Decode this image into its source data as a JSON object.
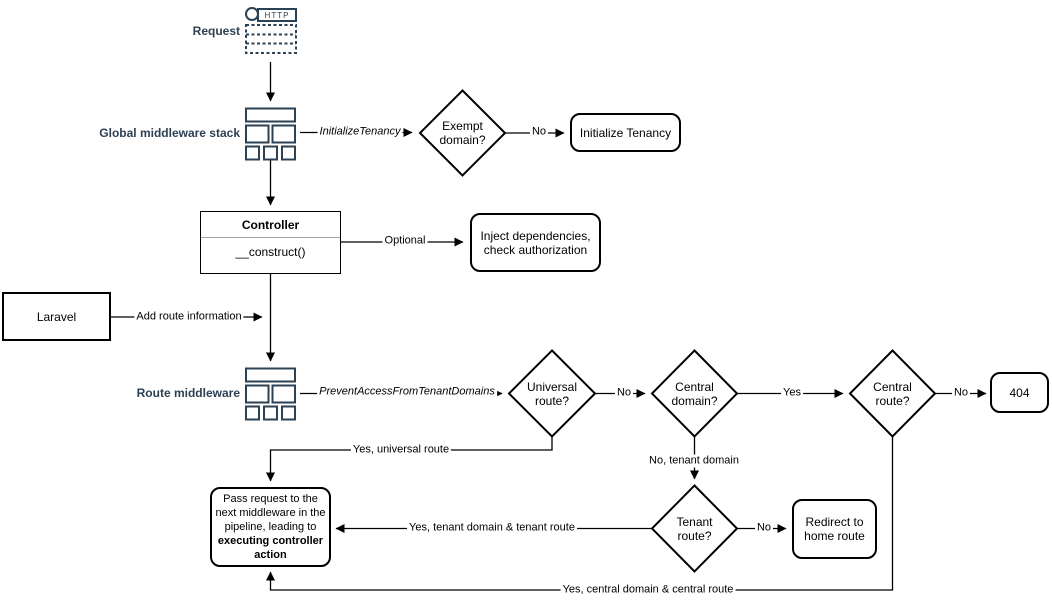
{
  "colors": {
    "accent": "#2d4154",
    "line": "#000000",
    "background": "#ffffff"
  },
  "nodes": {
    "request": {
      "label": "Request",
      "http_label": "HTTP"
    },
    "global_middleware": {
      "label": "Global middleware stack"
    },
    "route_middleware": {
      "label": "Route middleware"
    },
    "exempt_domain": {
      "label": "Exempt domain?"
    },
    "initialize_tenancy": {
      "label": "Initialize Tenancy"
    },
    "controller": {
      "title": "Controller",
      "method": "__construct()"
    },
    "inject_dependencies": {
      "label": "Inject dependencies, check authorization"
    },
    "laravel": {
      "label": "Laravel"
    },
    "universal_route": {
      "label": "Universal route?"
    },
    "central_domain": {
      "label": "Central domain?"
    },
    "central_route": {
      "label": "Central route?"
    },
    "not_found": {
      "label": "404"
    },
    "tenant_route": {
      "label": "Tenant route?"
    },
    "redirect_home": {
      "label": "Redirect to home route"
    },
    "pass_request": {
      "text_normal": "Pass request to the next middleware in the pipeline, leading to ",
      "text_bold": "executing controller action"
    }
  },
  "edge_labels": {
    "initialize_tenancy_middleware": "InitializeTenancy",
    "exempt_no": "No",
    "optional": "Optional",
    "add_route_information": "Add route information",
    "prevent_access_middleware": "PreventAccessFromTenantDomains",
    "universal_no": "No",
    "central_domain_yes": "Yes",
    "central_route_no": "No",
    "universal_yes": "Yes, universal route",
    "central_domain_no": "No, tenant domain",
    "tenant_yes": "Yes, tenant domain & tenant route",
    "tenant_no": "No",
    "central_route_yes": "Yes, central domain & central route"
  }
}
